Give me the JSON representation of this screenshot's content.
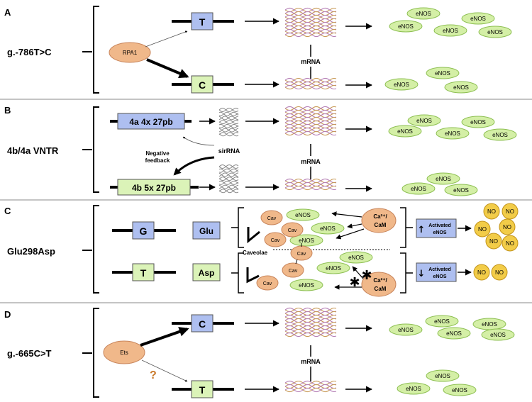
{
  "colors": {
    "blue_box": "#aebff0",
    "green_box": "#dbf3b8",
    "enos_fill": "#d4efa6",
    "enos_stroke": "#8dbf52",
    "orange_fill": "#f0b88a",
    "orange_stroke": "#c8845a",
    "no_fill": "#f2cc48",
    "no_stroke": "#c29318",
    "mrna_a": "#c89a58",
    "mrna_b": "#b57fb5",
    "sirna": "#888888",
    "question": "#c97828"
  },
  "panels": [
    {
      "letter": "A",
      "variant": "g.-786T>C",
      "regulator": "RPA1",
      "allele_top": "T",
      "allele_bottom": "C",
      "mrna_label": "mRNA",
      "enos_label": "eNOS"
    },
    {
      "letter": "B",
      "variant": "4b/4a VNTR",
      "repeat_top": "4a 4x 27pb",
      "repeat_bottom": "4b 5x 27pb",
      "sirna_label": "sirRNA",
      "feedback_line1": "Negative",
      "feedback_line2": "feedback",
      "mrna_label": "mRNA",
      "enos_label": "eNOS"
    },
    {
      "letter": "C",
      "variant": "Glu298Asp",
      "allele_top": "G",
      "allele_bottom": "T",
      "aa_top": "Glu",
      "aa_bottom": "Asp",
      "cav_label": "Cav",
      "enos_label": "eNOS",
      "caveolae_label": "Caveolae",
      "cam_line1": "Ca²⁺/",
      "cam_line2": "CaM",
      "activated_line1": "Activated",
      "activated_line2": "eNOS",
      "arrow_up": "↑",
      "arrow_down": "↓",
      "no_label": "NO"
    },
    {
      "letter": "D",
      "variant": "g.-665C>T",
      "regulator": "Ets",
      "question": "?",
      "allele_top": "C",
      "allele_bottom": "T",
      "mrna_label": "mRNA",
      "enos_label": "eNOS"
    }
  ]
}
